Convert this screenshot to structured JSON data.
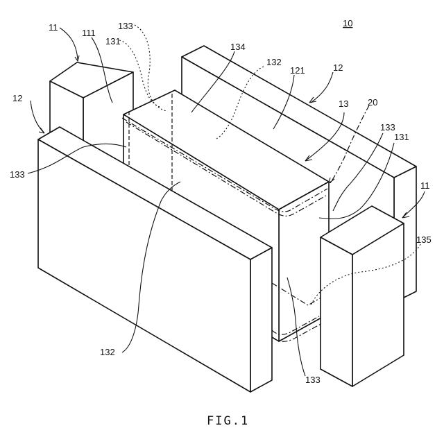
{
  "figure": {
    "caption": "FIG.1",
    "assembly_ref": "10",
    "labels": {
      "l11_left": "11",
      "l111": "111",
      "l133_top": "133",
      "l131_top": "131",
      "l134": "134",
      "l132_top": "132",
      "l121": "121",
      "l12_right": "12",
      "l12_left": "12",
      "l13": "13",
      "l20": "20",
      "l133_right": "133",
      "l131_right": "131",
      "l133_left": "133",
      "l11_right": "11",
      "l135": "135",
      "l132_bottom": "132",
      "l133_bottom": "133"
    }
  }
}
